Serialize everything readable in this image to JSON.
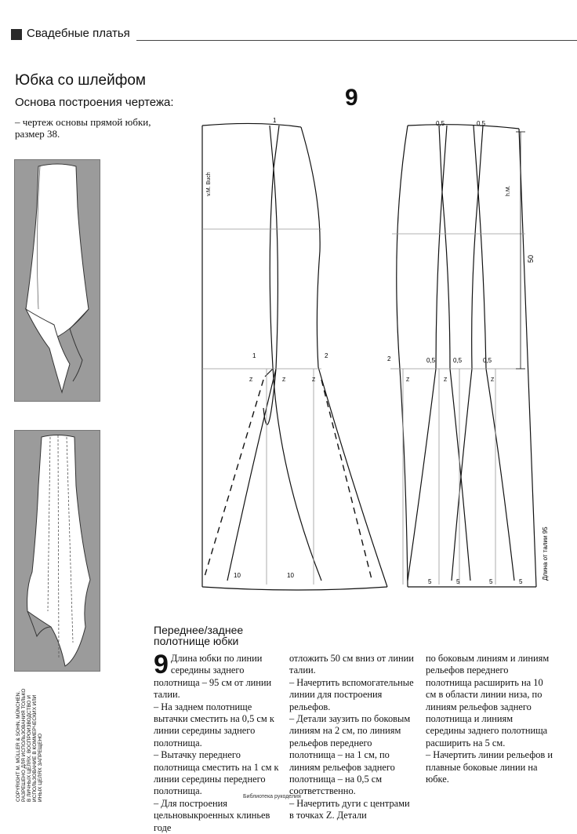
{
  "header": {
    "section": "Свадебные платья"
  },
  "title": "Юбка со шлейфом",
  "subtitle": "Основа построения чертежа:",
  "basis_text": "– чертеж основы прямой юбки, размер 38.",
  "figure_number": "9",
  "drawing": {
    "back_label": "v.M.  Buch",
    "front_label": "h.M.",
    "measure_50": "50",
    "length_note": "Длина от талии 95",
    "dart_top_back": "1",
    "dart_top_front_1": "0,5",
    "dart_top_front_2": "0,5",
    "back_1": "1",
    "back_2": "2",
    "front_2": "2",
    "front_05a": "0,5",
    "front_05b": "0,5",
    "front_05c": "0,5",
    "z": "Z",
    "back_hem_1": "10",
    "back_hem_2": "10",
    "front_hem_1": "5",
    "front_hem_2": "5",
    "front_hem_3": "5",
    "front_hem_4": "5"
  },
  "text": {
    "heading": "Переднее/заднее полотнище юбки",
    "dropcap": "9",
    "col1": [
      "Длина юбки по линии середины заднего полотнища – 95 см от линии талии.",
      "– На заднем полотнище вытачки сместить на 0,5 см к линии середины заднего полотнища.",
      "– Вытачку переднего полотнища сместить на 1 см к линии середины переднего полотнища.",
      "– Для построения цельновыкроенных клиньев годе"
    ],
    "col2": [
      "отложить 50 см вниз от линии талии.",
      "– Начертить вспомогательные линии для построения рельефов.",
      "– Детали заузить по боковым линиям на 2 см, по линиям рельефов переднего полотнища – на 1 см, по линиям рельефов заднего полотнища – на 0,5 см соответственно.",
      "– Начертить дуги с центрами в точках Z. Детали"
    ],
    "col3": [
      "по боковым линиям и линиям рельефов переднего полотнища расширить на 10 см в области линии низа, по линиям рельефов заднего полотнища и линиям середины заднего полотнища расширить на 5 см.",
      "– Начертить линии рельефов и плавные боковые линии на юбке."
    ]
  },
  "copyright": "COPYRIGHT M. MÜLLER & SOHN, MÜNCHEN. РАЗРЕШЕНО ДЛЯ ИСПОЛЬЗОВАНИЯ ТОЛЬКО В ЛИЧНЫХ ЦЕЛЯХ. ВОСПРОИЗВОДСТВО И ИСПОЛЬЗОВАНИЕ В КОММЕРЧЕСКИХ ИЛИ ИНЫХ ЦЕЛЯХ ЗАПРЕЩЕНО",
  "footer": "Библиотека рукоделия"
}
